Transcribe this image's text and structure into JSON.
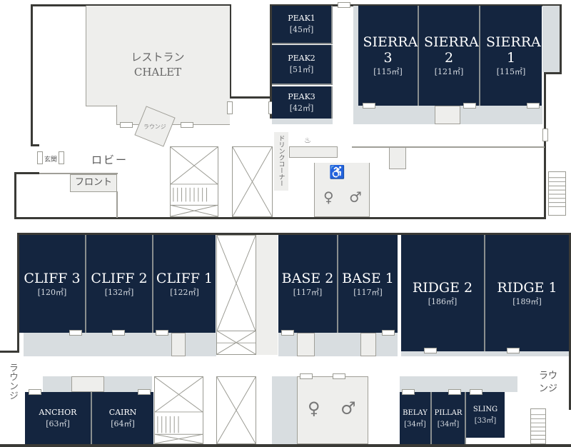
{
  "upper_floor": {
    "restaurant": {
      "label_jp": "レストラン",
      "label_en": "CHALET"
    },
    "lounge": "ラウンジ",
    "entrance": "玄関",
    "lobby": "ロビー",
    "front_desk": "フロント",
    "drink_corner": "ドリンクコーナー",
    "rooms": [
      {
        "name": "PEAK1",
        "area": "[45㎡]"
      },
      {
        "name": "PEAK2",
        "area": "[51㎡]"
      },
      {
        "name": "PEAK3",
        "area": "[42㎡]"
      },
      {
        "name": "SIERRA 3",
        "area": "[115㎡]"
      },
      {
        "name": "SIERRA 2",
        "area": "[121㎡]"
      },
      {
        "name": "SIERRA 1",
        "area": "[115㎡]"
      }
    ]
  },
  "lower_floor": {
    "lounge_left": "ラウンジ",
    "lounge_right": "ラウンジ",
    "rooms": [
      {
        "name": "CLIFF 3",
        "area": "[120㎡]"
      },
      {
        "name": "CLIFF 2",
        "area": "[132㎡]"
      },
      {
        "name": "CLIFF 1",
        "area": "[122㎡]"
      },
      {
        "name": "BASE 2",
        "area": "[117㎡]"
      },
      {
        "name": "BASE 1",
        "area": "[117㎡]"
      },
      {
        "name": "RIDGE 2",
        "area": "[186㎡]"
      },
      {
        "name": "RIDGE 1",
        "area": "[189㎡]"
      },
      {
        "name": "ANCHOR",
        "area": "[63㎡]"
      },
      {
        "name": "CAIRN",
        "area": "[64㎡]"
      },
      {
        "name": "BELAY",
        "area": "[34㎡]"
      },
      {
        "name": "PILLAR",
        "area": "[34㎡]"
      },
      {
        "name": "SLING",
        "area": "[33㎡]"
      }
    ]
  },
  "colors": {
    "room": "#14253f",
    "wall": "#3a3a36",
    "corridor": "#d8dde0"
  }
}
